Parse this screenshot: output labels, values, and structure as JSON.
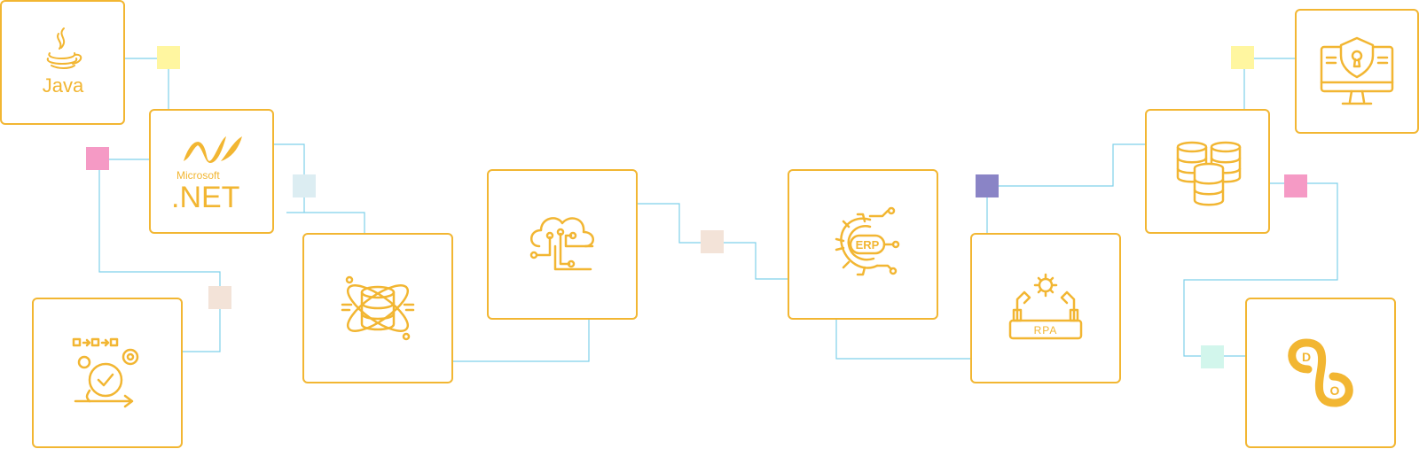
{
  "colors": {
    "accent": "#f2b632",
    "connector": "#7fd0ea",
    "marker_yellow": "#fff6a0",
    "marker_pink": "#f59ac5",
    "marker_light_blue": "#dcedf2",
    "marker_peach": "#f3e3d8",
    "marker_purple": "#8a84c6",
    "marker_mint": "#d2f6ec"
  },
  "tiles": {
    "java": {
      "icon": "java-icon",
      "label": "Java"
    },
    "dotnet": {
      "icon": "microsoft-dotnet-logo",
      "brand": "Microsoft",
      "label": ".NET"
    },
    "agile": {
      "icon": "agile-process-icon"
    },
    "data_science": {
      "icon": "database-orbit-icon"
    },
    "cloud": {
      "icon": "cloud-circuit-icon"
    },
    "erp": {
      "icon": "erp-gear-icon",
      "label": "ERP"
    },
    "rpa": {
      "icon": "rpa-robot-icon",
      "label": "RPA"
    },
    "database": {
      "icon": "database-stack-icon"
    },
    "security": {
      "icon": "security-monitor-icon"
    },
    "devops": {
      "icon": "devops-infinity-icon",
      "label_d": "D",
      "label_o": "O"
    }
  }
}
